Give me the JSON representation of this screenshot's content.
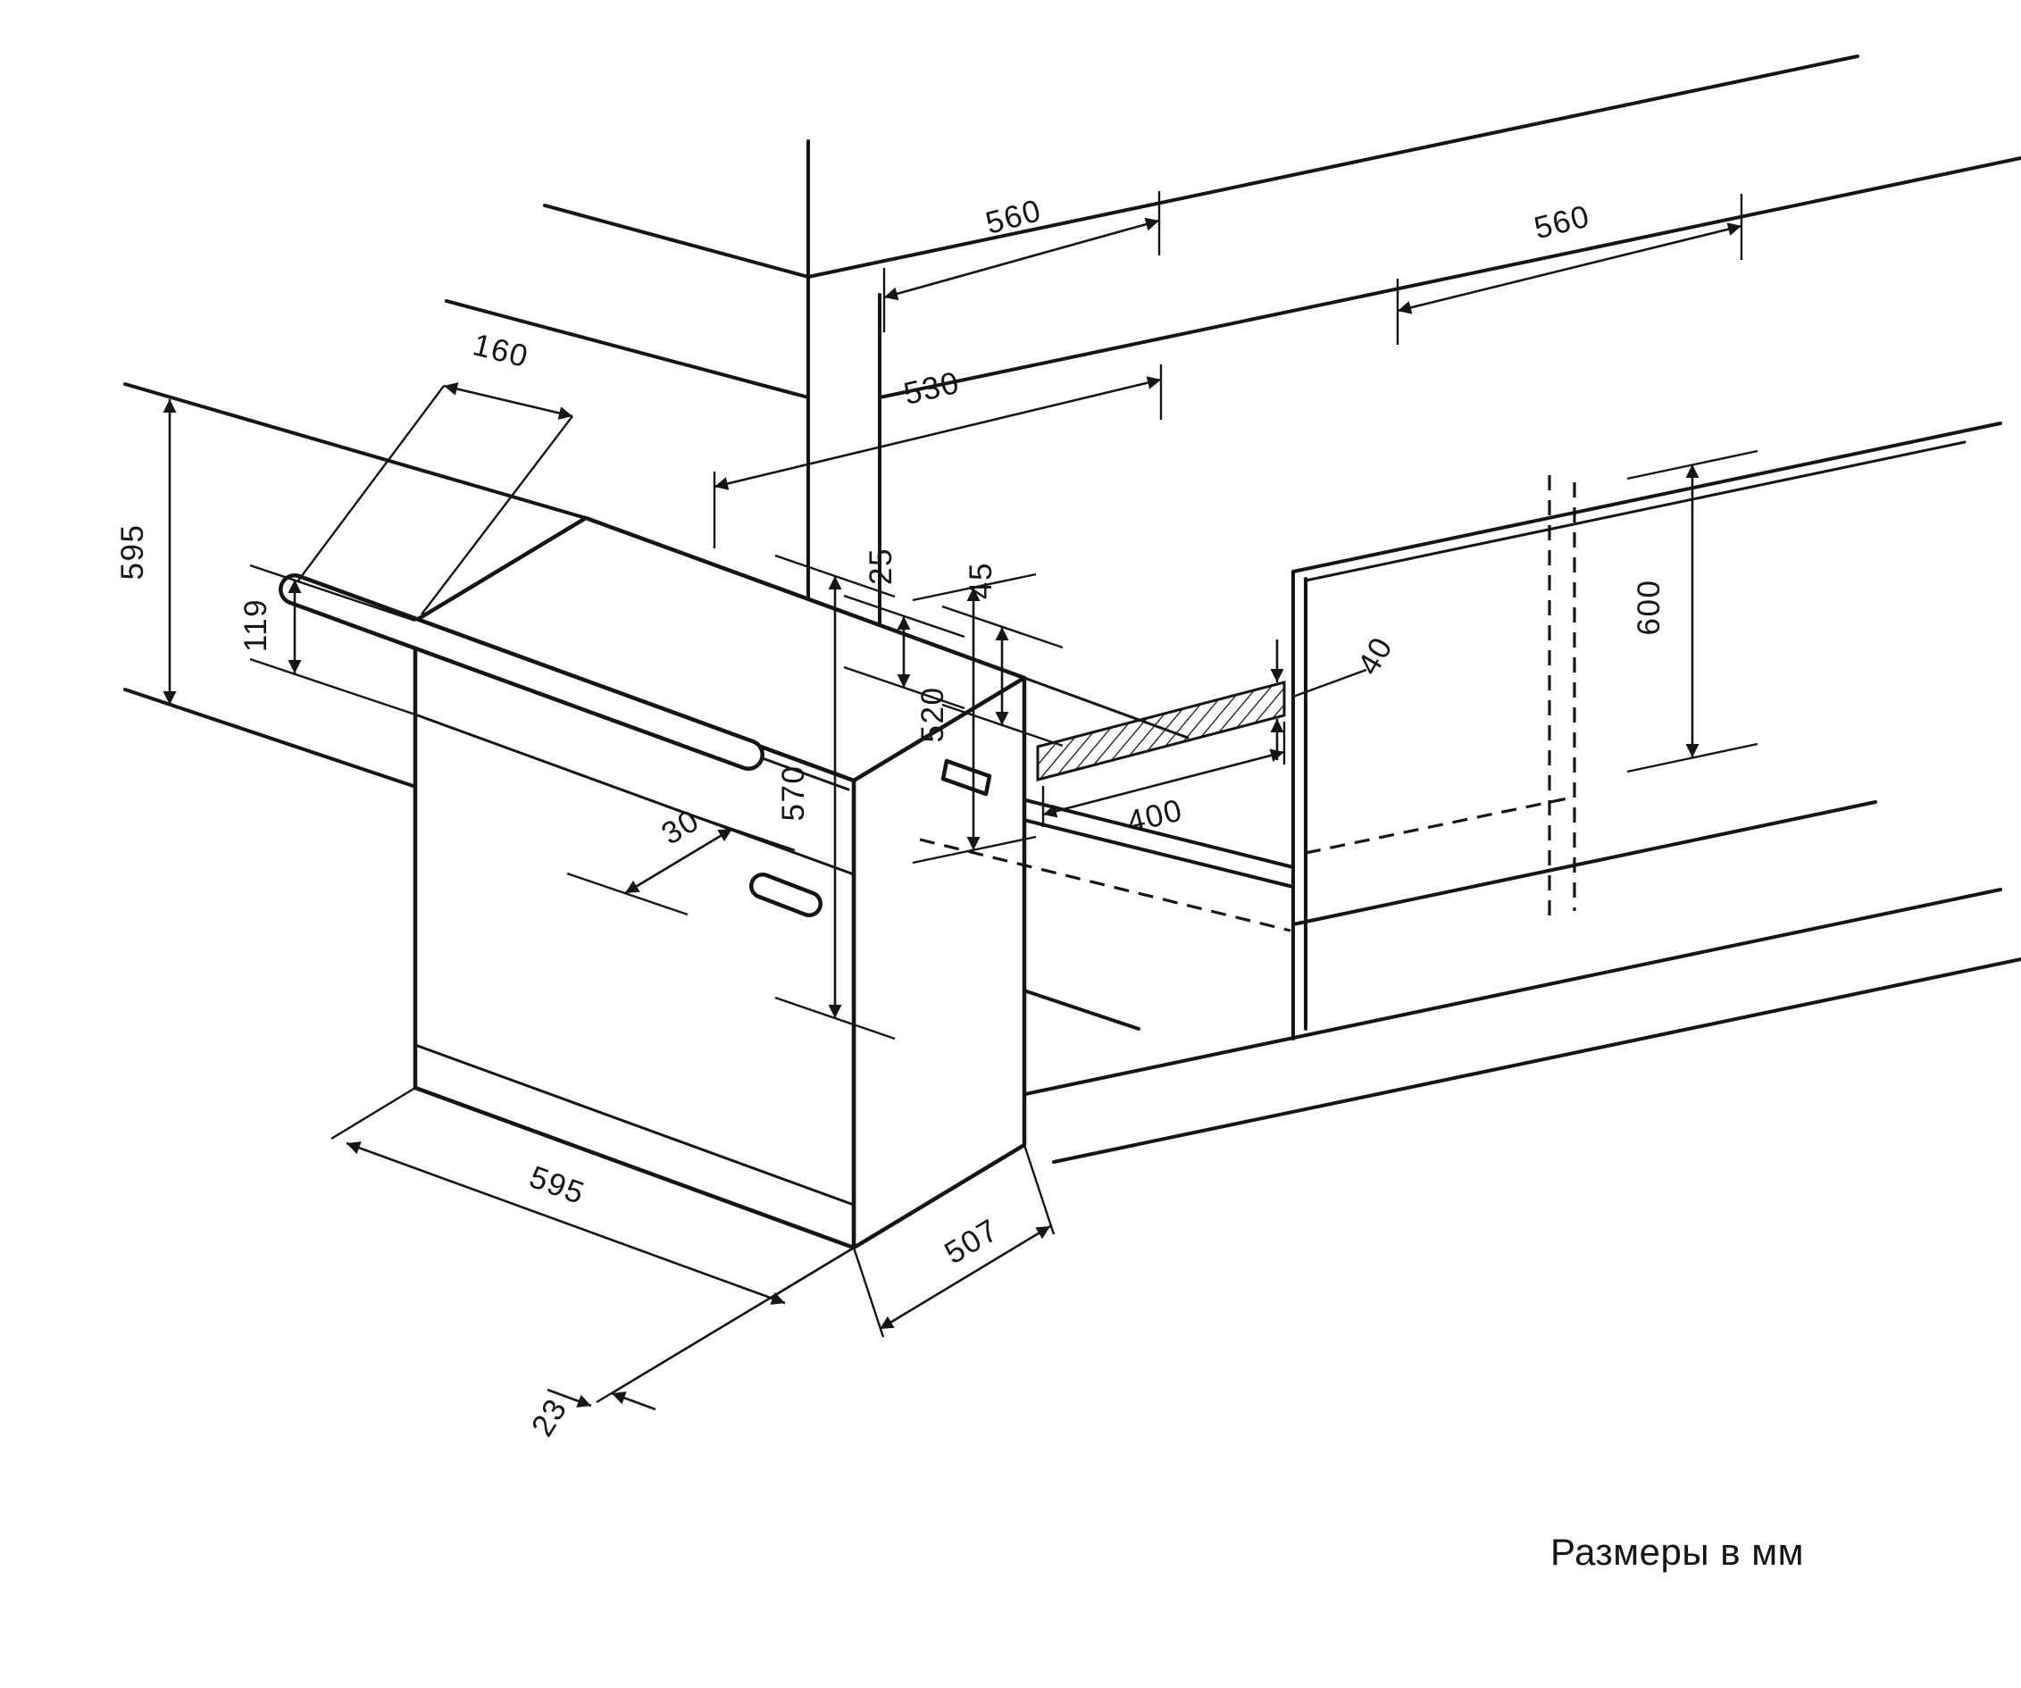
{
  "diagram": {
    "note": "Размеры в мм",
    "dimensions": {
      "counter_depth_left": "560",
      "counter_depth_right": "560",
      "handle_clearance": "160",
      "cabinet_inner_depth": "530",
      "top_gap": "25",
      "rear_gap": "45",
      "oven_height": "595",
      "control_panel_height": "119",
      "handle_projection": "30",
      "rear_height": "570",
      "niche_side_height": "520",
      "vent_cutout_width": "400",
      "vent_cutout_depth": "40",
      "niche_height": "600",
      "oven_width": "595",
      "oven_depth": "507",
      "front_frame": "23"
    }
  }
}
